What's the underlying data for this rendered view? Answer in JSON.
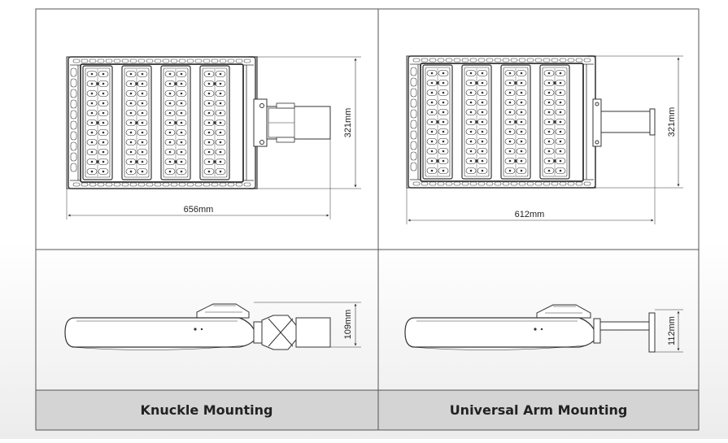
{
  "panels": {
    "knuckle": {
      "caption": "Knuckle Mounting",
      "top_view": {
        "width_label": "656mm",
        "height_label": "321mm"
      },
      "side_view": {
        "height_label": "109mm"
      }
    },
    "universal": {
      "caption": "Universal Arm Mounting",
      "top_view": {
        "width_label": "612mm",
        "height_label": "321mm"
      },
      "side_view": {
        "height_label": "112mm"
      }
    }
  },
  "colors": {
    "line": "#333333",
    "frame": "#555555",
    "caption_band": "#d4d4d4"
  }
}
